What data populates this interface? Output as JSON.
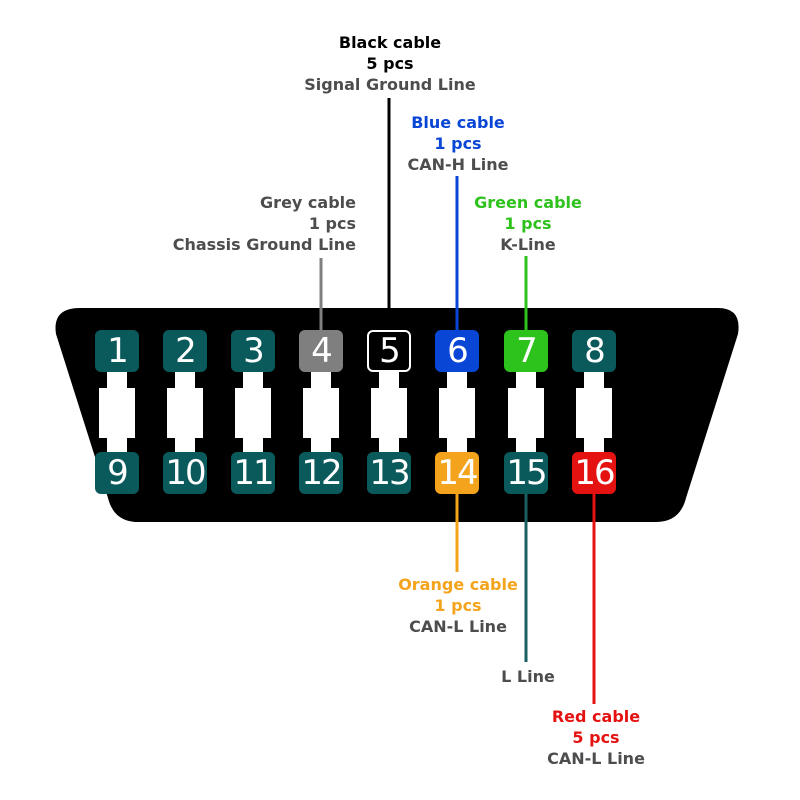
{
  "colors": {
    "connector_body": "#000000",
    "pin_default": "#0a5a5c",
    "slot": "#ffffff",
    "black": "#000000",
    "grey": "#7f7f7f",
    "blue": "#0a46d6",
    "green": "#2ec21c",
    "orange": "#f4a41c",
    "teal": "#1c5f61",
    "red": "#e51212",
    "text_dark": "#4d4d4d"
  },
  "pins_top": [
    {
      "label": "1",
      "color": "#0a5a5c",
      "ring": false
    },
    {
      "label": "2",
      "color": "#0a5a5c",
      "ring": false
    },
    {
      "label": "3",
      "color": "#0a5a5c",
      "ring": false
    },
    {
      "label": "4",
      "color": "#7f7f7f",
      "ring": false
    },
    {
      "label": "5",
      "color": "#000000",
      "ring": true
    },
    {
      "label": "6",
      "color": "#0a46d6",
      "ring": false
    },
    {
      "label": "7",
      "color": "#2ec21c",
      "ring": false
    },
    {
      "label": "8",
      "color": "#0a5a5c",
      "ring": false
    }
  ],
  "pins_bottom": [
    {
      "label": "9",
      "color": "#0a5a5c",
      "ring": false
    },
    {
      "label": "10",
      "color": "#0a5a5c",
      "ring": false
    },
    {
      "label": "11",
      "color": "#0a5a5c",
      "ring": false
    },
    {
      "label": "12",
      "color": "#0a5a5c",
      "ring": false
    },
    {
      "label": "13",
      "color": "#0a5a5c",
      "ring": false
    },
    {
      "label": "14",
      "color": "#f4a41c",
      "ring": false
    },
    {
      "label": "15",
      "color": "#0a5a5c",
      "ring": false
    },
    {
      "label": "16",
      "color": "#e51212",
      "ring": false
    }
  ],
  "annotations": {
    "black": {
      "title": "Black cable",
      "count": "5 pcs",
      "desc": "Signal Ground Line"
    },
    "blue": {
      "title": "Blue cable",
      "count": "1 pcs",
      "desc": "CAN-H Line"
    },
    "grey": {
      "title": "Grey cable",
      "count": "1 pcs",
      "desc": "Chassis Ground Line"
    },
    "green": {
      "title": "Green cable",
      "count": "1 pcs",
      "desc": "K-Line"
    },
    "orange": {
      "title": "Orange cable",
      "count": "1 pcs",
      "desc": "CAN-L Line"
    },
    "teal": {
      "desc": "L Line"
    },
    "red": {
      "title": "Red cable",
      "count": "5 pcs",
      "desc": "CAN-L Line"
    }
  }
}
